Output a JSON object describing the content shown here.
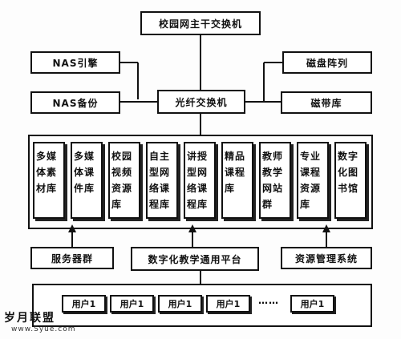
{
  "nodes": {
    "core_switch": "校园网主干交换机",
    "nas_engine": "NAS引擎",
    "nas_backup": "NAS备份",
    "disk_array": "磁盘阵列",
    "tape_library": "磁带库",
    "fiber_switch": "光纤交换机",
    "server_group": "服务器群",
    "platform": "数字化教学通用平台",
    "resource_system": "资源管理系统"
  },
  "libraries": [
    "多媒体素材库",
    "多媒体课件库",
    "校园视频资源库",
    "自主型网络课程库",
    "讲授型网络课程库",
    "精品课程库",
    "教师教学网站群",
    "专业课程资源库",
    "数字化图书馆"
  ],
  "users": {
    "labels": [
      "用户1",
      "用户1",
      "用户1",
      "用户1",
      "用户1"
    ],
    "ellipsis": "……"
  },
  "watermark": {
    "text": "岁月联盟",
    "url": "www.Syue.com"
  }
}
